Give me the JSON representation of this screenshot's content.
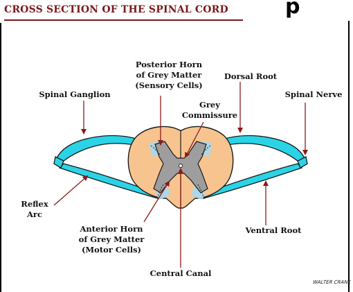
{
  "title": "CROSS SECTION OF THE SPINAL CORD",
  "header_fragment": "p",
  "labels": {
    "posterior_horn": [
      "Posterior Horn",
      "of Grey Matter",
      "(Sensory Cells)"
    ],
    "dorsal_root": "Dorsal Root",
    "spinal_ganglion": "Spinal Ganglion",
    "grey_commissure": [
      "Grey",
      "Commissure"
    ],
    "spinal_nerve": "Spinal Nerve",
    "reflex_arc": [
      "Reflex",
      "Arc"
    ],
    "ventral_root": "Ventral Root",
    "anterior_horn": [
      "Anterior Horn",
      "of Grey Matter",
      "(Motor Cells)"
    ],
    "central_canal": "Central Canal"
  },
  "signature": "WALTER CRANE",
  "colors": {
    "title": "#7a1a1a",
    "white_matter": "#f7c48f",
    "grey_matter": "#9e9e9e",
    "nerve_roots": "#2ad4e6",
    "arrows": "#8b1a1a"
  }
}
